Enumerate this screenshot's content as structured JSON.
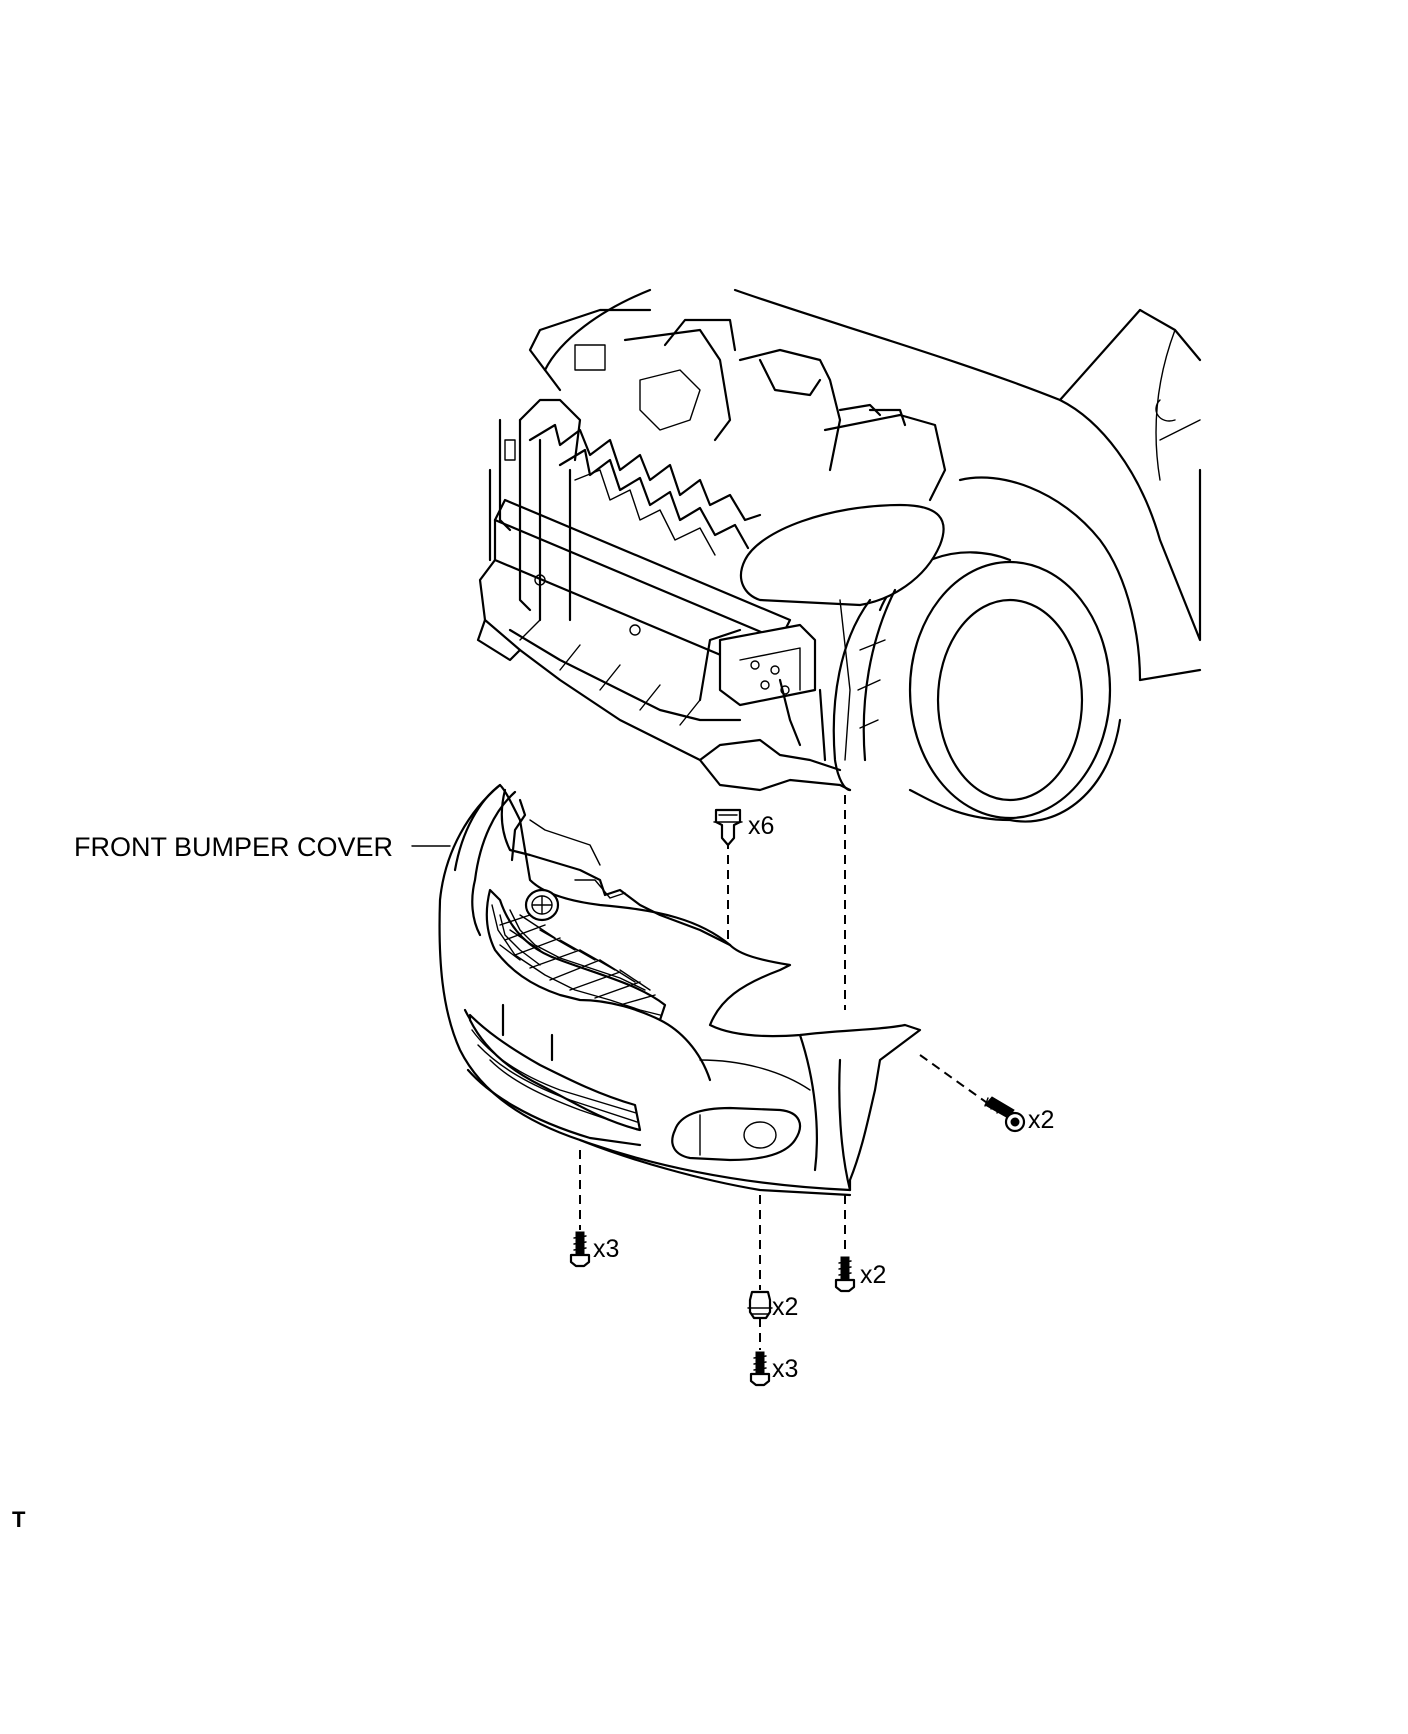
{
  "diagram": {
    "part_label": "FRONT BUMPER COVER",
    "fasteners": [
      {
        "id": "upper-clips",
        "count_label": "x6"
      },
      {
        "id": "side-screws",
        "count_label": "x2"
      },
      {
        "id": "lower-left-screws",
        "count_label": "x3"
      },
      {
        "id": "lower-right-screws",
        "count_label": "x2"
      },
      {
        "id": "lower-center-clips",
        "count_label": "x2"
      },
      {
        "id": "lower-center-screws",
        "count_label": "x3"
      }
    ],
    "corner_mark": "T"
  }
}
